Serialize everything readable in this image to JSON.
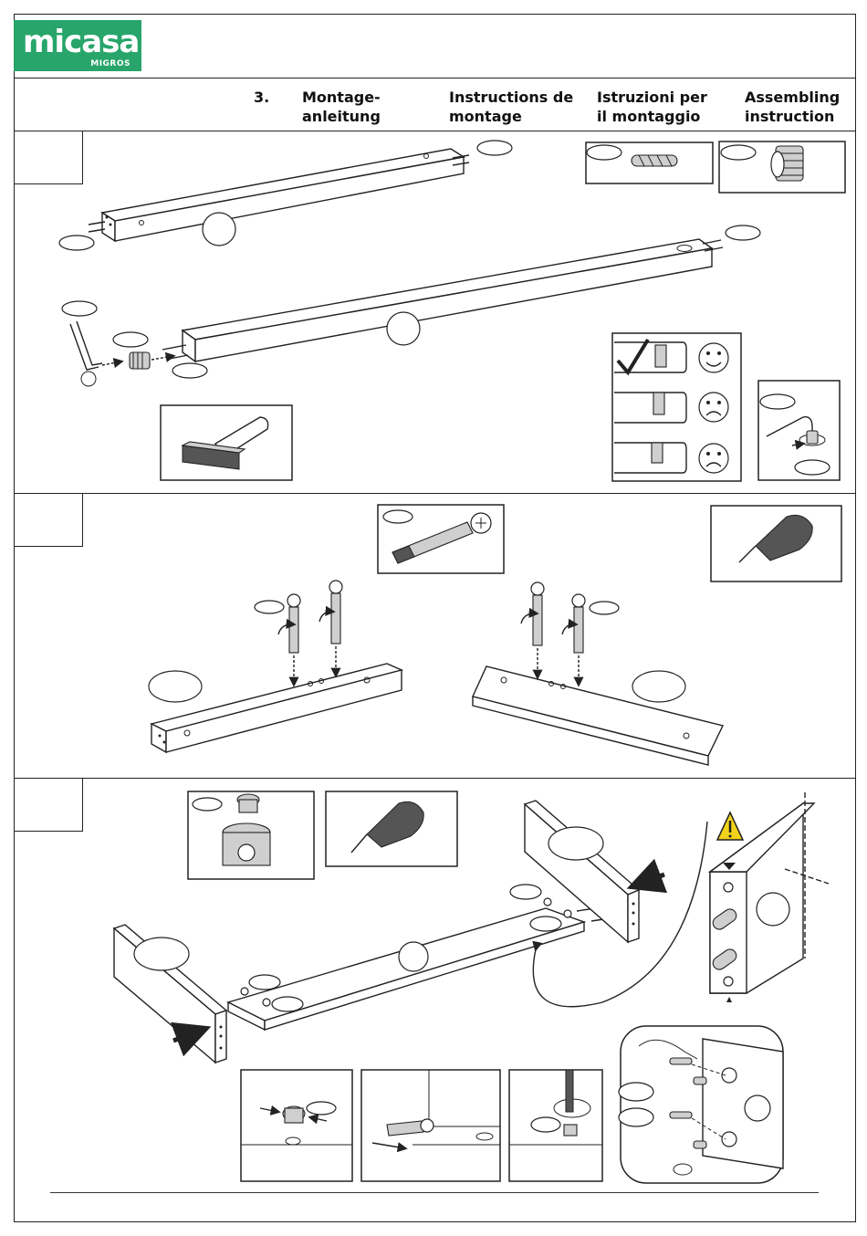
{
  "header": {
    "brand": "micasa",
    "brand_sub": "MIGROS",
    "step_number": "3.",
    "titles": [
      {
        "lang": "de",
        "text": "Montage-\nanleitung"
      },
      {
        "lang": "fr",
        "text": "Instructions de\nmontage"
      },
      {
        "lang": "it",
        "text": "Istruzioni per\nil montaggio"
      },
      {
        "lang": "en",
        "text": "Assembling\ninstruction"
      }
    ]
  },
  "colors": {
    "brand_green": "#27a56a",
    "line": "#222222",
    "warning_yellow": "#f2d21b"
  },
  "steps": [
    {
      "id": "step-1",
      "icons": [
        "wooden-dowel-icon",
        "cam-insert-icon",
        "allen-key-icon",
        "hammer-icon",
        "smiley-happy-icon",
        "smiley-sad-icon"
      ]
    },
    {
      "id": "step-2",
      "icons": [
        "cam-bolt-icon",
        "screwdriver-icon",
        "rotate-arrow-icon"
      ]
    },
    {
      "id": "step-3",
      "icons": [
        "cam-lock-icon",
        "screwdriver-icon",
        "warning-icon",
        "push-arrow-icon"
      ]
    }
  ]
}
